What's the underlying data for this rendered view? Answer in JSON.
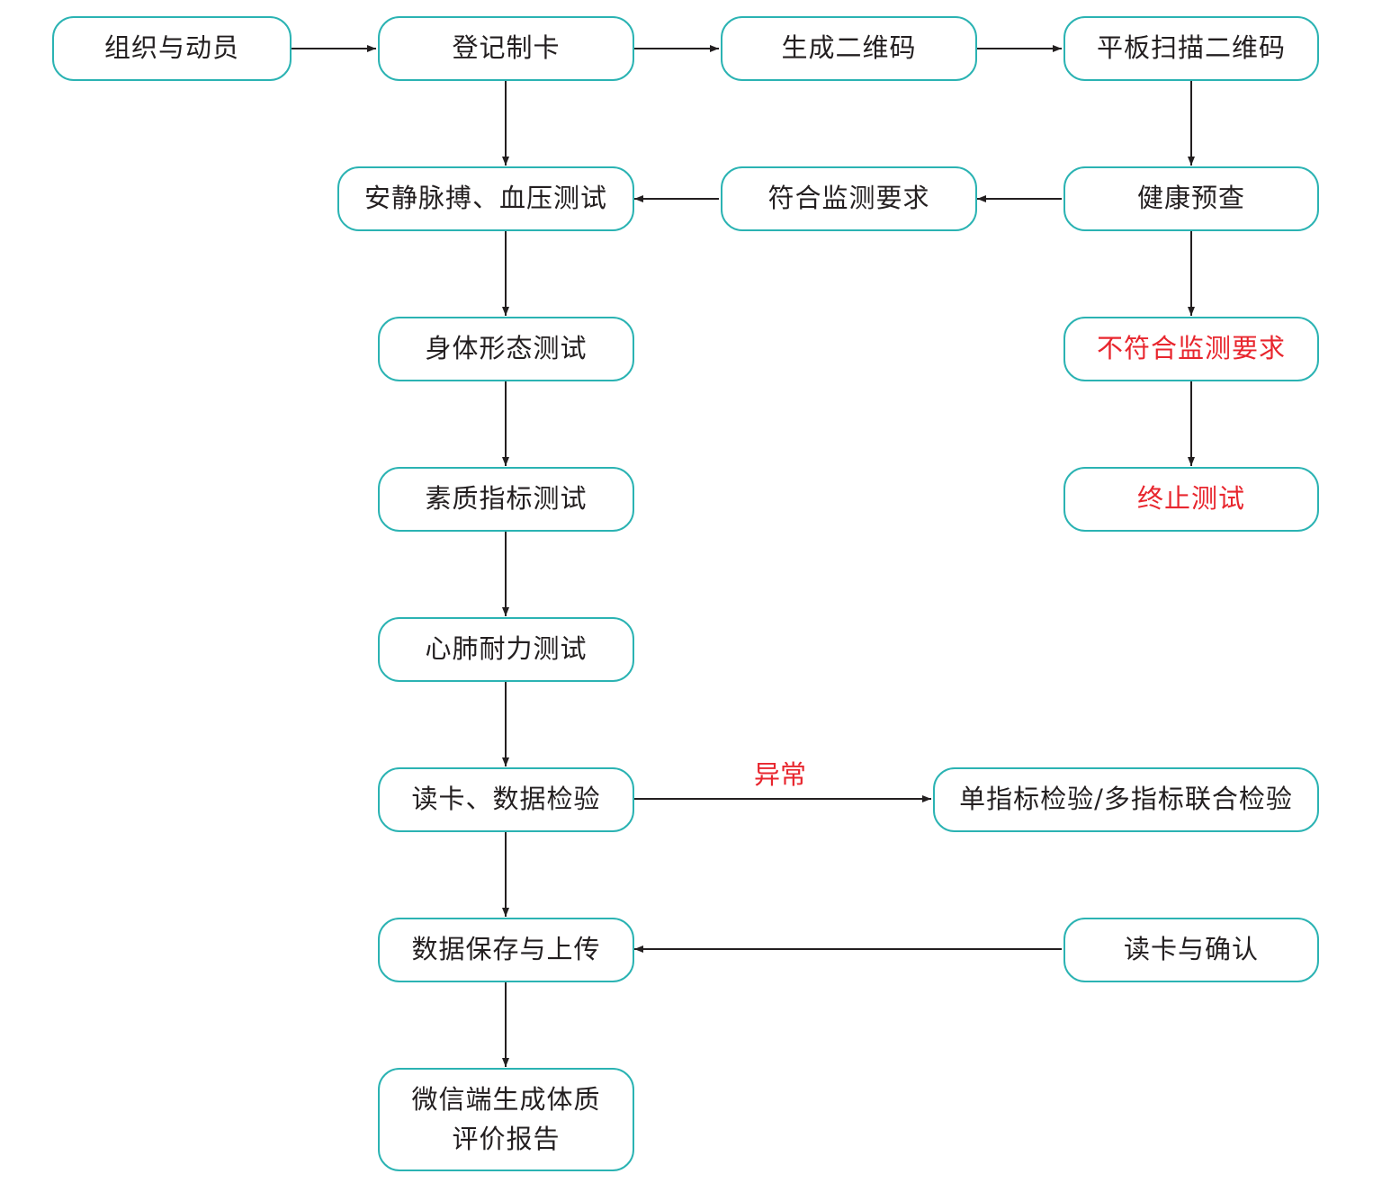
{
  "colors": {
    "node_border": "#2bb3b3",
    "node_text": "#231f20",
    "alert_text": "#e8262e",
    "edge": "#231f20"
  },
  "nodes": {
    "organize": "组织与动员",
    "register_card": "登记制卡",
    "generate_qr": "生成二维码",
    "tablet_scan_qr": "平板扫描二维码",
    "resting_pulse_bp": "安静脉搏、血压测试",
    "meets_requirements": "符合监测要求",
    "health_screening": "健康预查",
    "body_shape_test": "身体形态测试",
    "not_meets_requirements": "不符合监测要求",
    "fitness_index_test": "素质指标测试",
    "terminate_test": "终止测试",
    "cardio_endurance_test": "心肺耐力测试",
    "read_card_verify": "读卡、数据检验",
    "index_check": "单指标检验/多指标联合检验",
    "save_upload": "数据保存与上传",
    "read_card_confirm": "读卡与确认",
    "wechat_report_line1": "微信端生成体质",
    "wechat_report_line2": "评价报告"
  },
  "edge_labels": {
    "abnormal": "异常"
  }
}
